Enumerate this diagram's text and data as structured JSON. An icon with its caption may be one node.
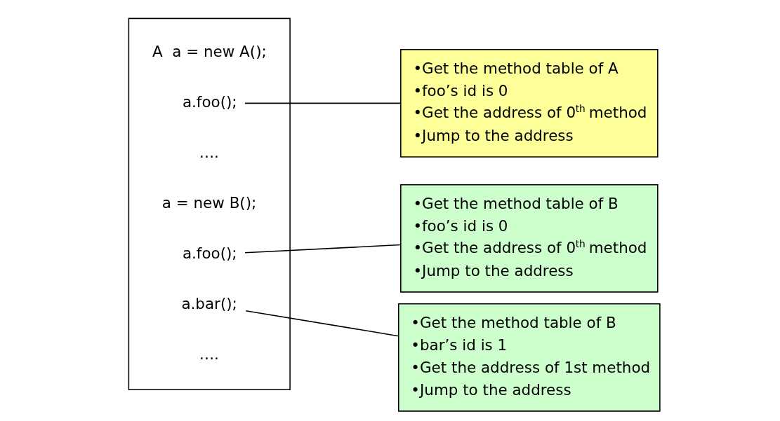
{
  "diagram": {
    "nodes": [
      {
        "text": [],
        "shape": "box"
      },
      {
        "text": [
          "A  a = new A();"
        ],
        "in": 0
      },
      {
        "text": [
          "a.foo();"
        ],
        "in": 0
      },
      {
        "text": [
          "…."
        ],
        "in": 0
      },
      {
        "text": [
          "a = new B();"
        ],
        "in": 0
      },
      {
        "text": [
          "a.foo();"
        ],
        "in": 0
      },
      {
        "text": [
          "a.bar();"
        ],
        "in": 0
      },
      {
        "text": [
          "…."
        ],
        "in": 0
      },
      {
        "text": [
          "•Get the method table of A",
          "•foo’s id is 0",
          "•Get the address of 0$^{th}$ method",
          "•Jump to the address"
        ]
      },
      {
        "text": [
          "•Get the method table of B",
          "•foo’s id is 0",
          "•Get the address of 0$^{th}$ method",
          "•Jump to the address"
        ]
      },
      {
        "text": [
          "•Get the method table of B",
          "•bar’s id is 1",
          "•Get the address of 1st method",
          "•Jump to the address"
        ]
      }
    ],
    "edges": [
      {
        "from": 2,
        "to": 8,
        "arrow": "none"
      },
      {
        "from": 5,
        "to": 9,
        "arrow": "none"
      },
      {
        "from": 6,
        "to": 10,
        "arrow": "none"
      }
    ]
  }
}
